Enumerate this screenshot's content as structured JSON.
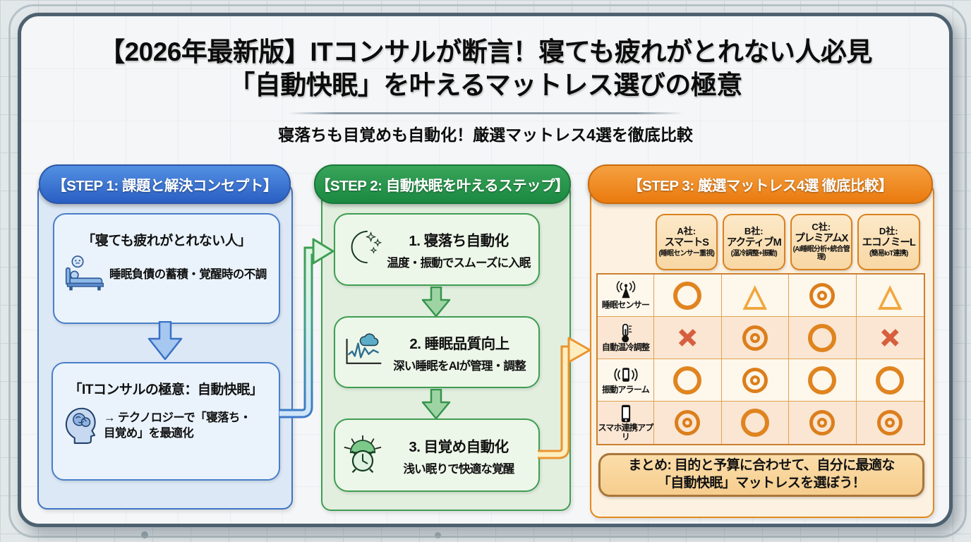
{
  "header": {
    "title_line1": "【2026年最新版】ITコンサルが断言！寝ても疲れがとれない人必見",
    "title_line2": "「自動快眠」を叶えるマットレス選びの極意",
    "subtitle": "寝落ちも目覚めも自動化！厳選マットレス4選を徹底比較"
  },
  "colors": {
    "step1_accent": "#2c63c6",
    "step2_accent": "#1d8a43",
    "step3_accent": "#eb7c10",
    "rating_circle": "#e0841f",
    "rating_double_circle": "#dc7e1c",
    "rating_triangle": "#f0a73c",
    "rating_cross": "#d65f3f"
  },
  "step1": {
    "header": "【STEP 1: 課題と解決コンセプト】",
    "problem_box": {
      "title": "「寝ても疲れがとれない人」",
      "icon": "sleeping-in-bed-icon",
      "text": "睡眠負債の蓄積・覚醒時の不調"
    },
    "concept_box": {
      "title": "「ITコンサルの極意：自動快眠」",
      "icon": "brain-head-icon",
      "text": "→ テクノロジーで「寝落ち・目覚め」を最適化"
    }
  },
  "step2": {
    "header": "【STEP 2: 自動快眠を叶えるステップ】",
    "steps": [
      {
        "icon": "moon-stars-icon",
        "title": "1. 寝落ち自動化",
        "text": "温度・振動でスムーズに入眠"
      },
      {
        "icon": "sleep-graph-cloud-icon",
        "title": "2. 睡眠品質向上",
        "text": "深い睡眠をAIが管理・調整"
      },
      {
        "icon": "alarm-clock-sunrise-icon",
        "title": "3. 目覚め自動化",
        "text": "浅い眠りで快適な覚醒"
      }
    ]
  },
  "step3": {
    "header": "【STEP 3: 厳選マットレス4選 徹底比較】",
    "companies": [
      {
        "name": "A社:",
        "product": "スマートS",
        "note": "(睡眠センサー重視)"
      },
      {
        "name": "B社:",
        "product": "アクティブM",
        "note": "(温冷調整+振動)"
      },
      {
        "name": "C社:",
        "product": "プレミアムX",
        "note": "(AI睡眠分析+統合管理)"
      },
      {
        "name": "D社:",
        "product": "エコノミーL",
        "note": "(簡易IoT連携)"
      }
    ],
    "features": [
      {
        "label": "睡眠センサー",
        "icon": "sleep-sensor-icon",
        "ratings": [
          "○",
          "△",
          "◎",
          "△"
        ]
      },
      {
        "label": "自動温冷調整",
        "icon": "thermometer-icon",
        "ratings": [
          "×",
          "◎",
          "○",
          "×"
        ]
      },
      {
        "label": "振動アラーム",
        "icon": "vibration-phone-icon",
        "ratings": [
          "○",
          "◎",
          "○",
          "○"
        ]
      },
      {
        "label": "スマホ連携アプリ",
        "icon": "smartphone-icon",
        "ratings": [
          "◎",
          "○",
          "◎",
          "◎"
        ]
      }
    ],
    "summary_line1": "まとめ: 目的と予算に合わせて、自分に最適な",
    "summary_line2": "「自動快眠」マットレスを選ぼう！"
  }
}
